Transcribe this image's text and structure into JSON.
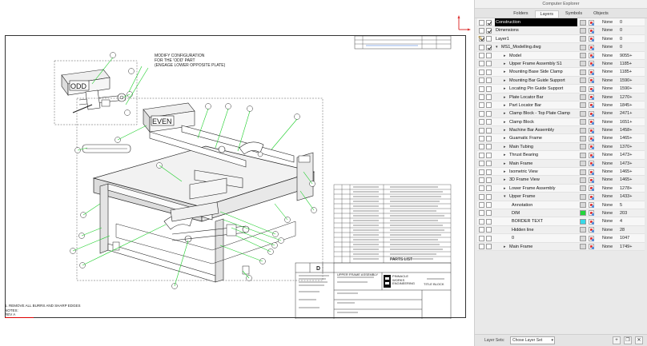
{
  "panel": {
    "title": "Computer Explorer",
    "tabs": [
      {
        "label": "Folders",
        "active": false
      },
      {
        "label": "Layers",
        "active": true
      },
      {
        "label": "Symbols",
        "active": false
      },
      {
        "label": "Objects",
        "active": false
      }
    ],
    "layers": [
      {
        "name": "Construction",
        "indent": 0,
        "expander": "",
        "color": "#d8d8d8",
        "linetype": "None",
        "value": "0",
        "selected": true,
        "c1": false,
        "c2": true
      },
      {
        "name": "Dimensions",
        "indent": 0,
        "expander": "",
        "color": "#d8d8d8",
        "linetype": "None",
        "value": "0",
        "c1": false,
        "c2": true
      },
      {
        "name": "Layer1",
        "indent": 0,
        "expander": "",
        "color": "#d8d8d8",
        "linetype": "None",
        "value": "0",
        "current": true,
        "c1": true,
        "c2": false
      },
      {
        "name": "MS1_Modelling.dwg",
        "indent": 0,
        "expander": "▾",
        "color": "#d8d8d8",
        "linetype": "None",
        "value": "0",
        "c1": false,
        "c2": true
      },
      {
        "name": "Model",
        "indent": 1,
        "expander": "▸",
        "color": "#d8d8d8",
        "linetype": "None",
        "value": "9055+",
        "c1": false,
        "c2": false
      },
      {
        "name": "Upper Frame Assembly S1",
        "indent": 1,
        "expander": "▸",
        "color": "#d8d8d8",
        "linetype": "None",
        "value": "1185+",
        "c1": false,
        "c2": false
      },
      {
        "name": "Mounting Base Side Clamp",
        "indent": 1,
        "expander": "▸",
        "color": "#d8d8d8",
        "linetype": "None",
        "value": "1185+",
        "c1": false,
        "c2": false
      },
      {
        "name": "Mounting Bar Guide Support",
        "indent": 1,
        "expander": "▸",
        "color": "#d8d8d8",
        "linetype": "None",
        "value": "1590+",
        "c1": false,
        "c2": false
      },
      {
        "name": "Locating Pin Guide Support",
        "indent": 1,
        "expander": "▸",
        "color": "#d8d8d8",
        "linetype": "None",
        "value": "1590+",
        "c1": false,
        "c2": false
      },
      {
        "name": "Plate Locator Bar",
        "indent": 1,
        "expander": "▸",
        "color": "#d8d8d8",
        "linetype": "None",
        "value": "1270+",
        "c1": false,
        "c2": false
      },
      {
        "name": "Part Locator Bar",
        "indent": 1,
        "expander": "▸",
        "color": "#d8d8d8",
        "linetype": "None",
        "value": "1845+",
        "c1": false,
        "c2": false
      },
      {
        "name": "Clamp Block - Top Plate Clamp",
        "indent": 1,
        "expander": "▸",
        "color": "#d8d8d8",
        "linetype": "None",
        "value": "2471+",
        "c1": false,
        "c2": false
      },
      {
        "name": "Clamp Block",
        "indent": 1,
        "expander": "▸",
        "color": "#d8d8d8",
        "linetype": "None",
        "value": "1651+",
        "c1": false,
        "c2": false
      },
      {
        "name": "Machine Bar Assembly",
        "indent": 1,
        "expander": "▸",
        "color": "#d8d8d8",
        "linetype": "None",
        "value": "1458+",
        "c1": false,
        "c2": false
      },
      {
        "name": "Guamatic Frame",
        "indent": 1,
        "expander": "▸",
        "color": "#d8d8d8",
        "linetype": "None",
        "value": "1465+",
        "c1": false,
        "c2": false
      },
      {
        "name": "Main Tubing",
        "indent": 1,
        "expander": "▸",
        "color": "#d8d8d8",
        "linetype": "None",
        "value": "1370+",
        "c1": false,
        "c2": false
      },
      {
        "name": "Thrust Bearing",
        "indent": 1,
        "expander": "▸",
        "color": "#d8d8d8",
        "linetype": "None",
        "value": "1473+",
        "c1": false,
        "c2": false
      },
      {
        "name": "Main Frame",
        "indent": 1,
        "expander": "▸",
        "color": "#d8d8d8",
        "linetype": "None",
        "value": "1473+",
        "c1": false,
        "c2": false
      },
      {
        "name": "Isometric View",
        "indent": 1,
        "expander": "▸",
        "color": "#d8d8d8",
        "linetype": "None",
        "value": "1465+",
        "c1": false,
        "c2": false
      },
      {
        "name": "3D Frame View",
        "indent": 1,
        "expander": "▸",
        "color": "#d8d8d8",
        "linetype": "None",
        "value": "1465+",
        "c1": false,
        "c2": false
      },
      {
        "name": "Lower Frame Assembly",
        "indent": 1,
        "expander": "▸",
        "color": "#d8d8d8",
        "linetype": "None",
        "value": "1278+",
        "c1": false,
        "c2": false
      },
      {
        "name": "Upper Frame",
        "indent": 1,
        "expander": "▾",
        "color": "#d8d8d8",
        "linetype": "None",
        "value": "1433+",
        "c1": false,
        "c2": false
      },
      {
        "name": "Annotation",
        "indent": 2,
        "expander": "",
        "color": "#d8d8d8",
        "linetype": "None",
        "value": "5",
        "c1": false,
        "c2": false
      },
      {
        "name": "DIM",
        "indent": 2,
        "expander": "",
        "color": "#23d63a",
        "linetype": "None",
        "value": "203",
        "c1": false,
        "c2": false
      },
      {
        "name": "BORDER TEXT",
        "indent": 2,
        "expander": "",
        "color": "#37d9e8",
        "linetype": "None",
        "value": "4",
        "c1": false,
        "c2": false
      },
      {
        "name": "Hidden line",
        "indent": 2,
        "expander": "",
        "color": "#d8d8d8",
        "linetype": "None",
        "value": "28",
        "c1": false,
        "c2": false
      },
      {
        "name": "0",
        "indent": 2,
        "expander": "",
        "color": "#d8d8d8",
        "linetype": "None",
        "value": "1047",
        "c1": false,
        "c2": false
      },
      {
        "name": "Main Frame",
        "indent": 1,
        "expander": "▸",
        "color": "#d8d8d8",
        "linetype": "None",
        "value": "1749+",
        "c1": false,
        "c2": false
      }
    ],
    "bottom": {
      "label": "Layer Sets:",
      "select_value": "Chose Layer Set"
    }
  },
  "drawing": {
    "labels": {
      "odd": "ODD",
      "even": "EVEN"
    },
    "note_lines": [
      "MODIFY CONFIGURATION",
      "FOR THE 'ODD' PART",
      "(ENGAGE LOWER OPPOSITE PLATE)"
    ],
    "footer_lines": [
      "1. REMOVE ALL BURRS AND SHARP EDGES",
      "NOTES:",
      "REV A"
    ],
    "title_block": {
      "sheet_letter": "D",
      "company_lines": [
        "PINNACLE",
        "WORKS",
        "ENGINEERING"
      ],
      "drawing_name": "TITLE BLOCK",
      "subtitle": "UPPER FRAME ASSEMBLY"
    },
    "bom_header": "PARTS LIST"
  }
}
